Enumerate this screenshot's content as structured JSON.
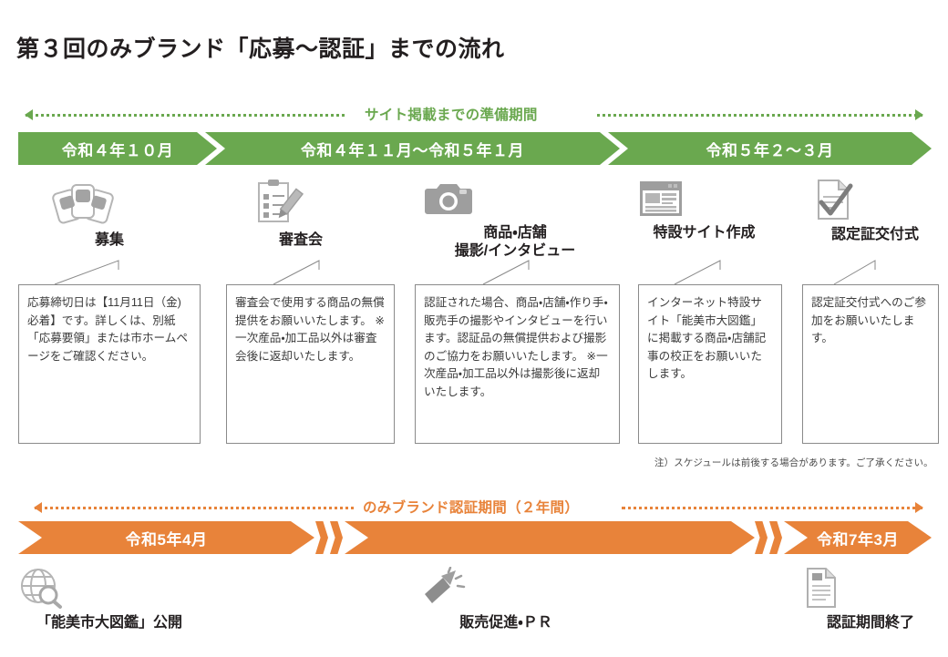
{
  "title": "第３回のみブランド「応募～認証」までの流れ",
  "phase_green": {
    "band_label": "サイト掲載までの準備期間",
    "accent_color": "#6aa84f",
    "segments": [
      {
        "label": "令和４年１０月"
      },
      {
        "label": "令和４年１１月～令和５年１月"
      },
      {
        "label": "令和５年２～３月"
      }
    ],
    "steps": [
      {
        "icon": "cards-icon",
        "label": "募集",
        "note": "応募締切日は【11月11日（金)必着】です。詳しくは、別紙「応募要領」または市ホームページをご確認ください。"
      },
      {
        "icon": "clipboard-pencil-icon",
        "label": "審査会",
        "note": "審査会で使用する商品の無償提供をお願いいたします。\n※一次産品・加工品以外は審査会後に返却いたします。"
      },
      {
        "icon": "camera-icon",
        "label_line1": "商品・店舗",
        "label_line2": "撮影/インタビュー",
        "note": "認証された場合、商品・店舗・作り手・販売手の撮影やインタビューを行います。認証品の無償提供および撮影のご協力をお願いいたします。\n※一次産品・加工品以外は撮影後に返却いたします。"
      },
      {
        "icon": "website-icon",
        "label": "特設サイト作成",
        "note": "インターネット特設サイト「能美市大図鑑」に掲載する商品・店舗記事の校正をお願いいたします。"
      },
      {
        "icon": "certificate-check-icon",
        "label": "認定証交付式",
        "note": "認定証交付式へのご参加をお願いいたします。"
      }
    ],
    "footnote": "注）スケジュールは前後する場合があります。ご了承ください。"
  },
  "phase_orange": {
    "band_label": "のみブランド認証期間（２年間）",
    "accent_color": "#e8833a",
    "segments": [
      {
        "label": "令和5年4月"
      },
      {
        "label": ""
      },
      {
        "label": "令和7年3月"
      }
    ],
    "steps": [
      {
        "icon": "globe-search-icon",
        "label": "「能美市大図鑑」公開"
      },
      {
        "icon": "megaphone-icon",
        "label": "販売促進・ＰＲ"
      },
      {
        "icon": "document-icon",
        "label": "認証期間終了"
      }
    ]
  }
}
